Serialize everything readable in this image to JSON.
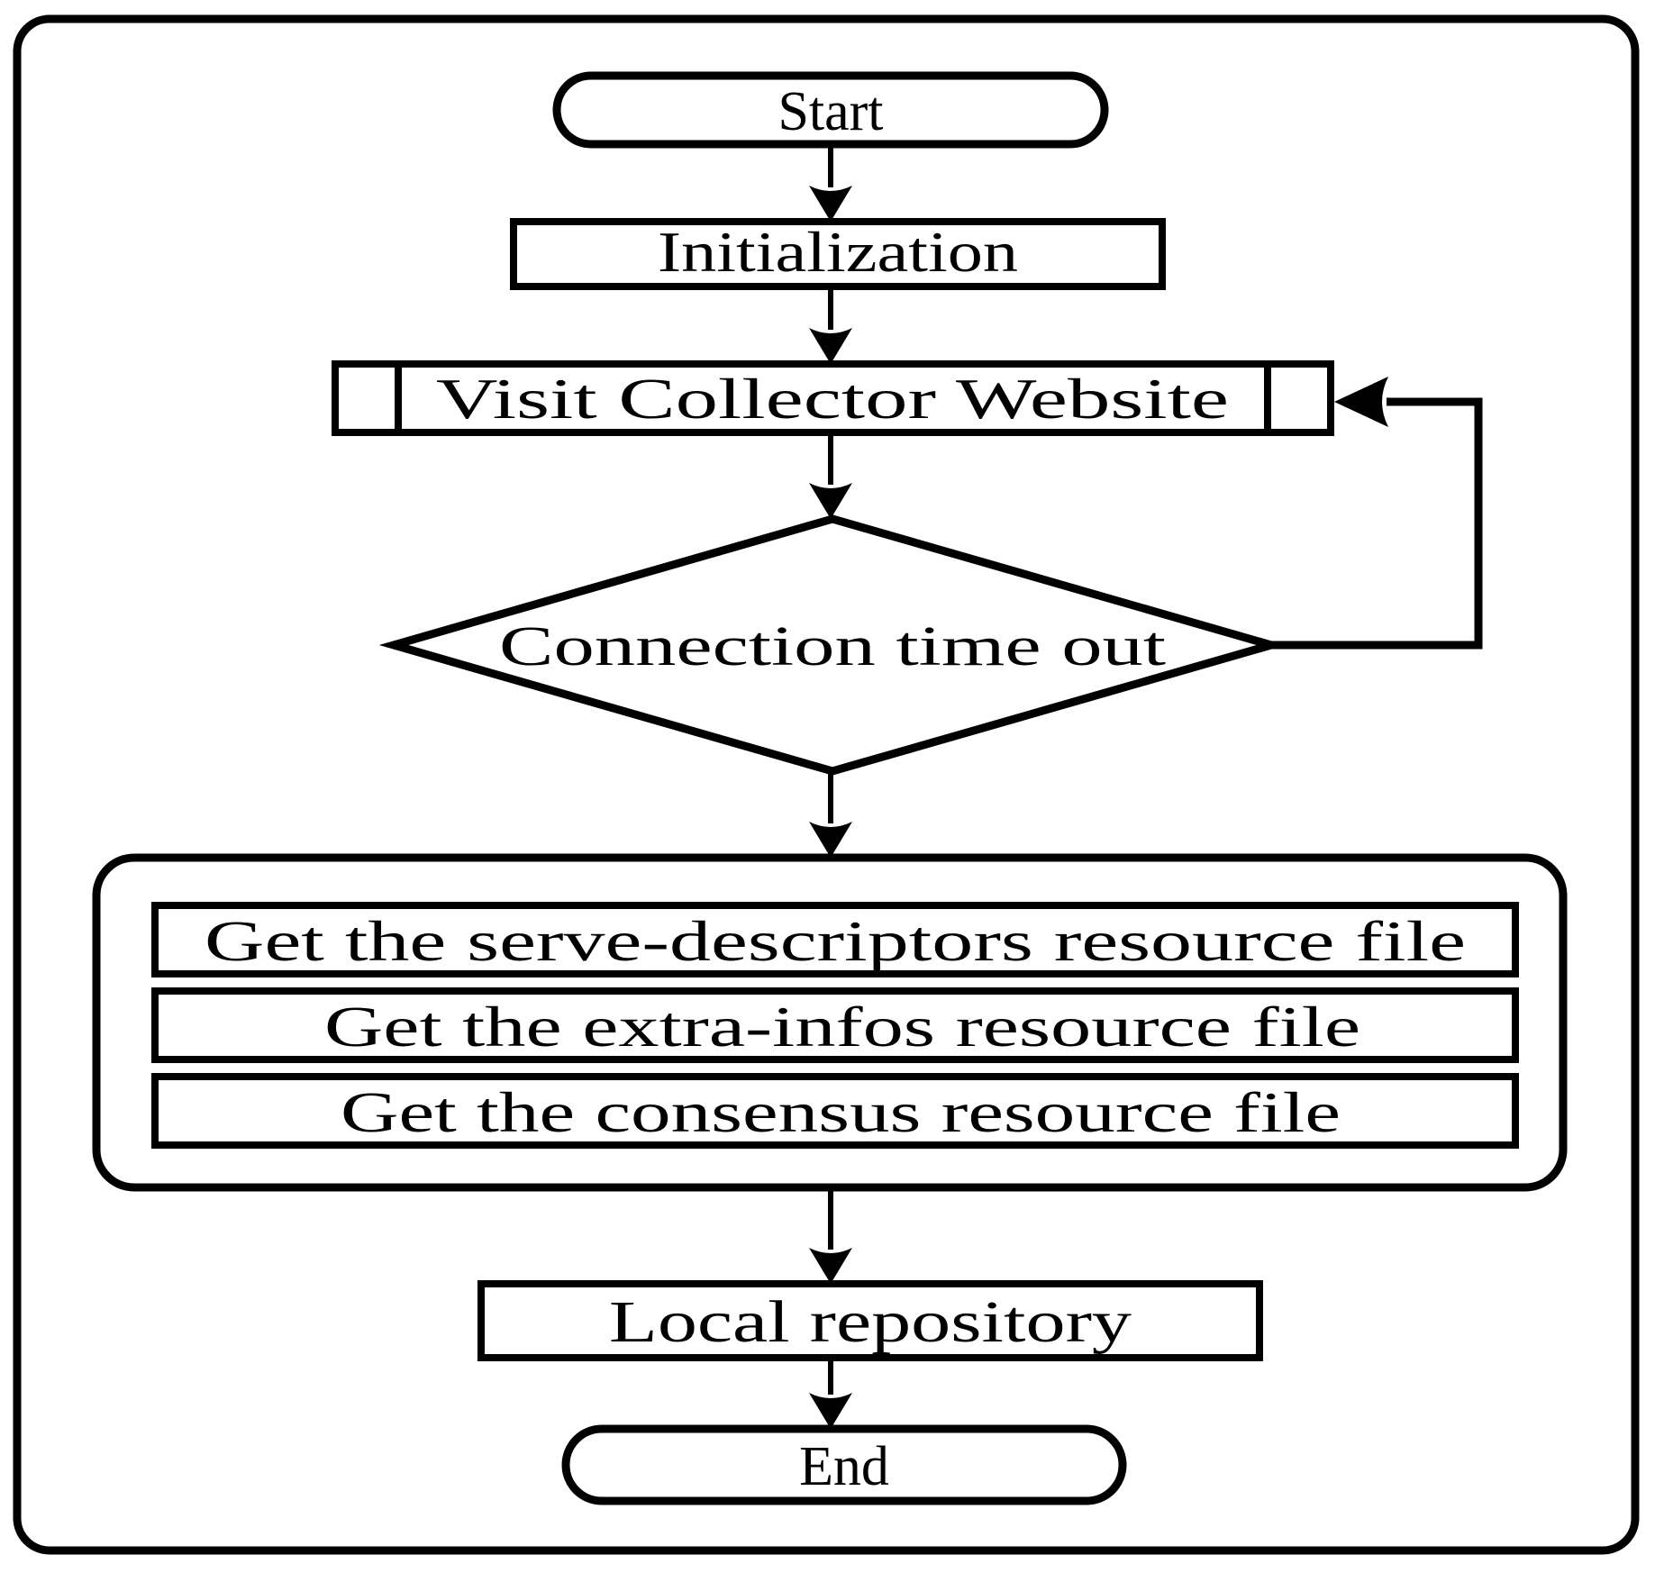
{
  "diagram": {
    "kind": "flowchart",
    "colors": {
      "stroke": "#000000",
      "fill": "#ffffff",
      "background": "#ffffff"
    },
    "nodes": [
      {
        "id": "start",
        "shape": "terminator",
        "label": "Start"
      },
      {
        "id": "initialization",
        "shape": "process",
        "label": "Initialization"
      },
      {
        "id": "visit-collector-website",
        "shape": "predefined-process",
        "label": "Visit Collector Website"
      },
      {
        "id": "connection-time-out",
        "shape": "decision",
        "label": "Connection time out"
      },
      {
        "id": "get-serve-descriptors",
        "shape": "process",
        "label": "Get the serve-descriptors resource file"
      },
      {
        "id": "get-extra-infos",
        "shape": "process",
        "label": "Get the extra-infos resource file"
      },
      {
        "id": "get-consensus",
        "shape": "process",
        "label": "Get the consensus resource file"
      },
      {
        "id": "local-repository",
        "shape": "process",
        "label": "Local repository"
      },
      {
        "id": "end",
        "shape": "terminator",
        "label": "End"
      }
    ],
    "groups": [
      {
        "id": "resource-files-group",
        "shape": "rounded-container",
        "members": [
          "get-serve-descriptors",
          "get-extra-infos",
          "get-consensus"
        ]
      }
    ],
    "edges": [
      {
        "from": "start",
        "to": "initialization",
        "type": "arrow"
      },
      {
        "from": "initialization",
        "to": "visit-collector-website",
        "type": "arrow"
      },
      {
        "from": "visit-collector-website",
        "to": "connection-time-out",
        "type": "arrow"
      },
      {
        "from": "connection-time-out",
        "to": "resource-files-group",
        "type": "arrow"
      },
      {
        "from": "connection-time-out",
        "to": "visit-collector-website",
        "type": "arrow",
        "route": "right-side-loop"
      },
      {
        "from": "resource-files-group",
        "to": "local-repository",
        "type": "arrow"
      },
      {
        "from": "local-repository",
        "to": "end",
        "type": "arrow"
      }
    ]
  }
}
